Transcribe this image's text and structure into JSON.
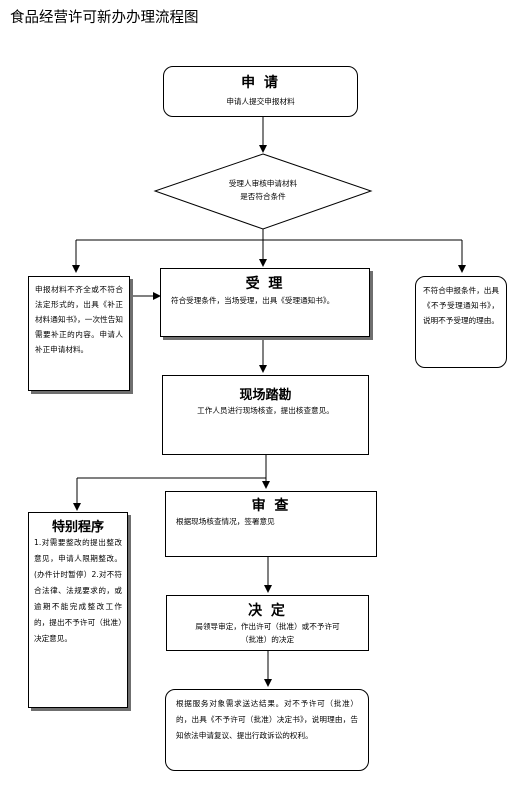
{
  "title": "食品经营许可新办办理流程图",
  "steps": {
    "apply": {
      "head": "申 请",
      "body": "申请人提交申报材料"
    },
    "review": {
      "line1": "受理人审核申请材料",
      "line2": "是否符合条件"
    },
    "incomplete": {
      "body": "申报材料不齐全或不符合法定形式的，出具《补正材料通知书》，一次性告知需要补正的内容。申请人补正申请材料。"
    },
    "accept": {
      "head": "受 理",
      "body": "符合受理条件，当场受理，出具《受理通知书》。"
    },
    "reject": {
      "body": "不符合申报条件，出具《不予受理通知书》，说明不予受理的理由。"
    },
    "inspect": {
      "head": "现场踏勘",
      "body": "工作人员进行现场核查，提出核查意见。"
    },
    "special": {
      "head": "特别程序",
      "body": "1.对需要整改的提出整改意见，申请人限期整改。(办件计时暂停）2.对不符合法律、法规要求的，或逾期不能完成整改工作的，提出不予许可（批准）决定意见。"
    },
    "examine": {
      "head": "审 查",
      "body": "根据现场核查情况，签署意见"
    },
    "decide": {
      "head": "决 定",
      "body": "局领导审定，作出许可（批准）或不予许可（批准）的决定"
    },
    "deliver": {
      "body": "根据服务对象需求送达结果。对不予许可（批准）的，出具《不予许可（批准）决定书》，说明理由，告知依法申请复议、提出行政诉讼的权利。"
    }
  }
}
